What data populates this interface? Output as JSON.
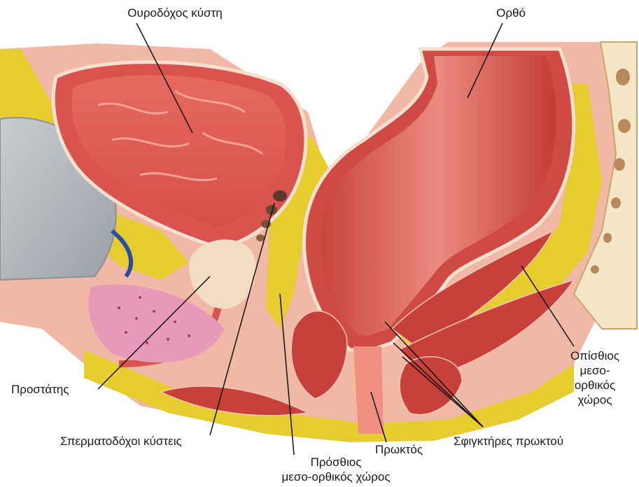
{
  "labels": {
    "bladder": "Ουροδόχος κύστη",
    "rectum": "Ορθό",
    "prostate": "Προστάτης",
    "seminal_vesicles": "Σπερματοδόχοι κύστεις",
    "anterior_space": [
      "Πρόσθιος",
      "μεσο-ορθικός χώρος"
    ],
    "anus": "Πρωκτός",
    "sphincters": "Σφιγκτήρες πρωκτού",
    "posterior_space": [
      "Οπίσθιος",
      "μεσο-",
      "ορθικός",
      "χώρος"
    ]
  },
  "colors": {
    "muscle": "#d9534f",
    "tissue": "#e87a72",
    "fat": "#e6cc2e",
    "pale": "#f3dcc4",
    "bone": "#f5e6c8",
    "vein": "#2b4fa0",
    "pubis": "#b9bfc4"
  }
}
